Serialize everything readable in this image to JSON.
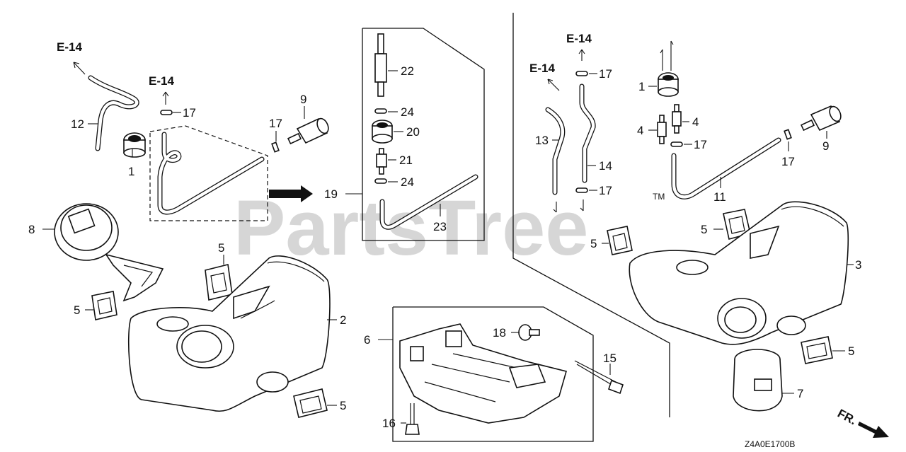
{
  "watermark": "PartsTree",
  "trademark": "TM",
  "diagram_code": "Z4A0E1700B",
  "front_marker": "FR.",
  "refs": {
    "e14_a": "E-14",
    "e14_b": "E-14",
    "e14_c": "E-14",
    "e14_d": "E-14"
  },
  "callouts": {
    "c12": "12",
    "c1a": "1",
    "c17a": "17",
    "c9a": "9",
    "c17b": "17",
    "c8": "8",
    "c5a": "5",
    "c5b": "5",
    "c2": "2",
    "c5c": "5",
    "c19": "19",
    "c22": "22",
    "c24a": "24",
    "c20": "20",
    "c21": "21",
    "c24b": "24",
    "c23": "23",
    "c6": "6",
    "c18": "18",
    "c15": "15",
    "c16": "16",
    "c13": "13",
    "c17c": "17",
    "c14": "14",
    "c17d": "17",
    "c1b": "1",
    "c4a": "4",
    "c4b": "4",
    "c17e": "17",
    "c9b": "9",
    "c17f": "17",
    "c11": "11",
    "c5d": "5",
    "c5e": "5",
    "c3": "3",
    "c5f": "5",
    "c7": "7"
  }
}
